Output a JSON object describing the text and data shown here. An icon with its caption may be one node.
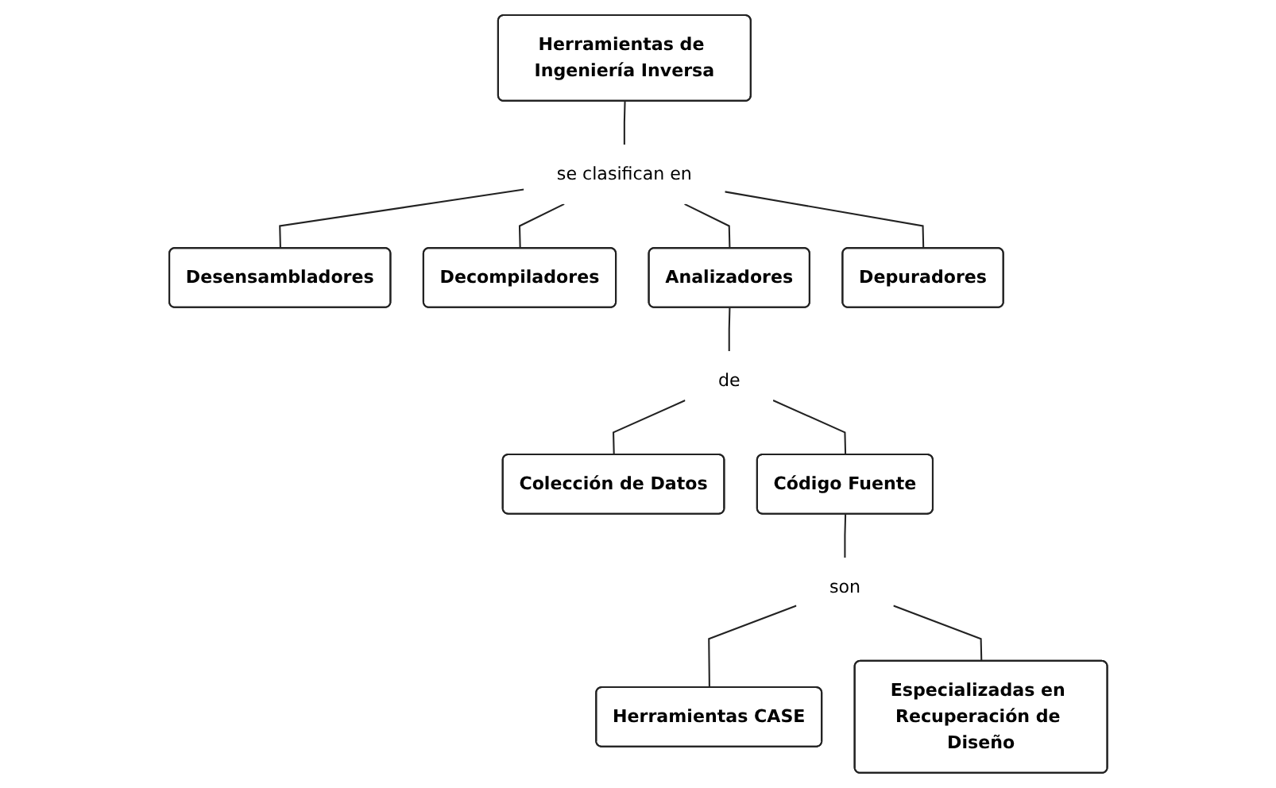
{
  "diagram": {
    "nodes": [
      {
        "text": [
          "Herramientas de Ingeniería Inversa"
        ]
      },
      {
        "text": [
          "Desensambladores"
        ]
      },
      {
        "text": [
          "se clasifican en"
        ]
      },
      {
        "text": [
          "Decompiladores"
        ]
      },
      {
        "text": [
          "Analizadores"
        ]
      },
      {
        "text": [
          "Depuradores"
        ]
      },
      {
        "text": [
          "Colección de Datos"
        ]
      },
      {
        "text": [
          "de"
        ]
      },
      {
        "text": [
          "Código Fuente"
        ]
      },
      {
        "text": [
          "son"
        ]
      },
      {
        "text": [
          "Herramientas CASE"
        ]
      },
      {
        "text": [
          "Especializadas en Recuperación de Diseño"
        ]
      }
    ],
    "edges": [
      {
        "from": 0,
        "to": 2,
        "arrow": "none"
      },
      {
        "from": 2,
        "to": 1,
        "arrow": "none"
      },
      {
        "from": 2,
        "to": 3,
        "arrow": "none"
      },
      {
        "from": 2,
        "to": 4,
        "arrow": "none"
      },
      {
        "from": 2,
        "to": 5,
        "arrow": "none"
      },
      {
        "from": 4,
        "to": 7,
        "arrow": "none"
      },
      {
        "from": 7,
        "to": 6,
        "arrow": "none"
      },
      {
        "from": 7,
        "to": 8,
        "arrow": "none"
      },
      {
        "from": 8,
        "to": 9,
        "arrow": "none"
      },
      {
        "from": 9,
        "to": 10,
        "arrow": "none"
      },
      {
        "from": 9,
        "to": 11,
        "arrow": "none"
      }
    ]
  }
}
